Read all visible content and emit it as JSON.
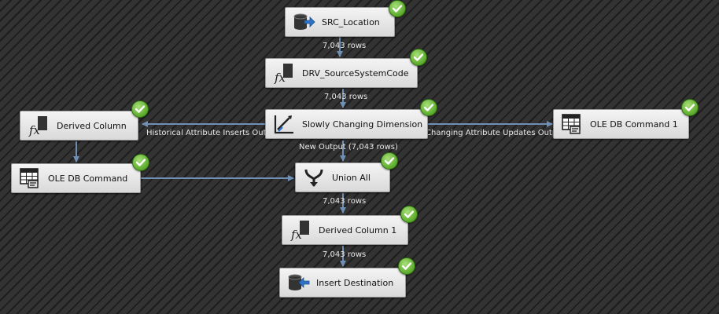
{
  "nodes": {
    "src_location": {
      "label": "SRC_Location",
      "icon": "database-source-icon"
    },
    "drv_source": {
      "label": "DRV_SourceSystemCode",
      "icon": "fx-derived-column-icon"
    },
    "scd": {
      "label": "Slowly Changing Dimension",
      "icon": "slowly-changing-dimension-icon"
    },
    "derived_column": {
      "label": "Derived Column",
      "icon": "fx-derived-column-icon"
    },
    "ole_db_command": {
      "label": "OLE DB Command",
      "icon": "ole-db-command-icon"
    },
    "ole_db_command_1": {
      "label": "OLE DB Command 1",
      "icon": "ole-db-command-icon"
    },
    "union_all": {
      "label": "Union All",
      "icon": "union-all-icon"
    },
    "derived_column_1": {
      "label": "Derived Column 1",
      "icon": "fx-derived-column-icon"
    },
    "insert_destination": {
      "label": "Insert Destination",
      "icon": "database-destination-icon"
    }
  },
  "flows": {
    "src_to_drv": "7,043 rows",
    "drv_to_scd": "7,043 rows",
    "historical": "Historical Attribute Inserts Output",
    "changing": "Changing Attribute Updates Output",
    "new_output": "New Output (7,043 rows)",
    "union_to_derived1": "7,043 rows",
    "derived1_to_dest": "7,043 rows"
  },
  "status": {
    "icon": "success-check-icon",
    "color": "#5fae2f"
  },
  "colors": {
    "connector": "#6f8fb5",
    "canvas": "#2b2b2b"
  }
}
